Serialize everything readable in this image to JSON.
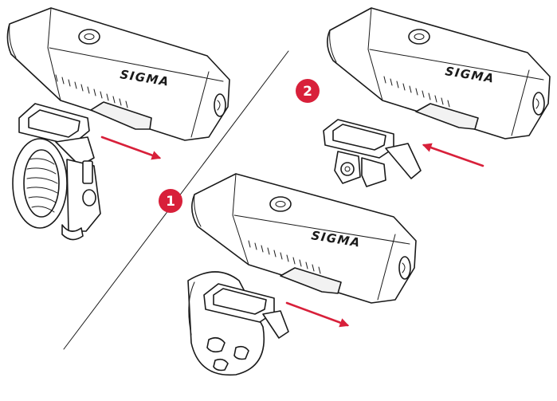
{
  "brand_text": "SIGMA",
  "steps": [
    {
      "number": "1"
    },
    {
      "number": "2"
    }
  ],
  "colors": {
    "accent": "#d8203a",
    "line": "#1a1a1a",
    "background": "#ffffff"
  },
  "icons": [
    "light-unit",
    "handlebar-clamp",
    "gopro-mount",
    "rubber-strap-mount",
    "direction-arrow",
    "power-button"
  ]
}
